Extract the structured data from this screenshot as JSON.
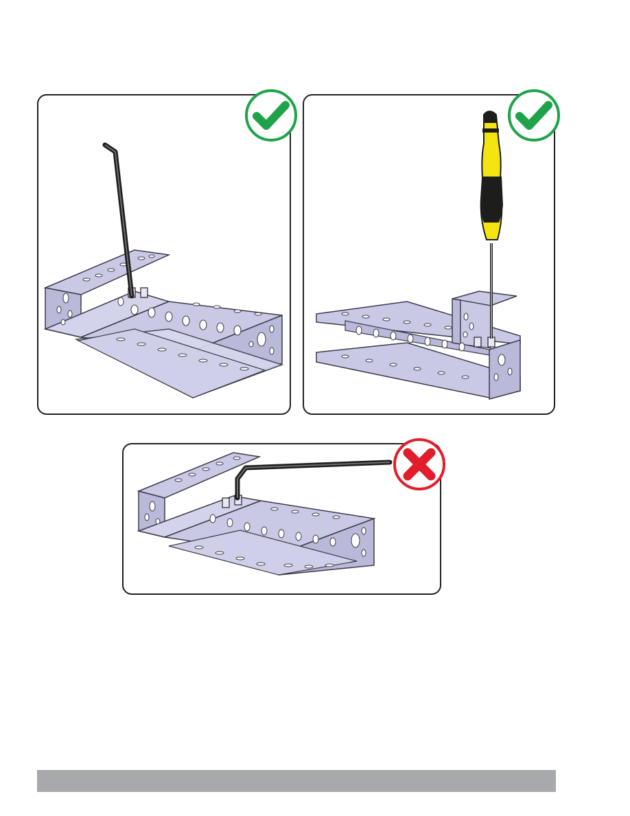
{
  "colors": {
    "check_green": "#1ea34a",
    "cross_red": "#e21d2b",
    "channel_fill": "#c9c9e6",
    "channel_edge": "#3a3a4a",
    "driver_yellow": "#f4e511",
    "driver_black": "#1d1d1b",
    "footer_gray": "#a7a9ac"
  },
  "panels": [
    {
      "tool": "hex-key-vertical",
      "verdict_icon": "check-icon"
    },
    {
      "tool": "precision-screwdriver",
      "verdict_icon": "check-icon"
    },
    {
      "tool": "hex-key-angled",
      "verdict_icon": "x-icon"
    }
  ]
}
